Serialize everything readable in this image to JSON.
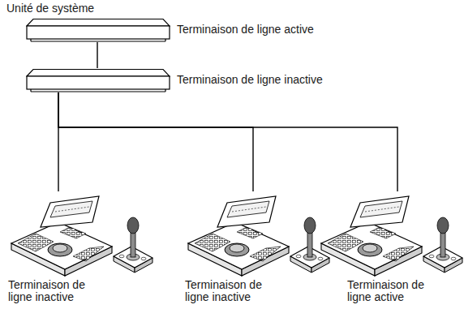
{
  "diagram": {
    "nodes": [
      {
        "text": [
          "Terminaison de ligne active"
        ]
      },
      {
        "text": [
          "Terminaison de ligne inactive"
        ]
      },
      {
        "text": [
          "Terminaison de ligne inactive"
        ]
      },
      {
        "text": [
          "Terminaison de ligne inactive"
        ]
      },
      {
        "text": [
          "Terminaison de ligne active"
        ]
      }
    ],
    "edges": [
      {
        "from": 0,
        "to": 1,
        "arrow": "none"
      },
      {
        "from": 1,
        "to": 2,
        "arrow": "none"
      },
      {
        "from": 1,
        "to": 3,
        "arrow": "none"
      },
      {
        "from": 1,
        "to": 4,
        "arrow": "none"
      }
    ],
    "labels": [
      "Unité de système"
    ]
  }
}
